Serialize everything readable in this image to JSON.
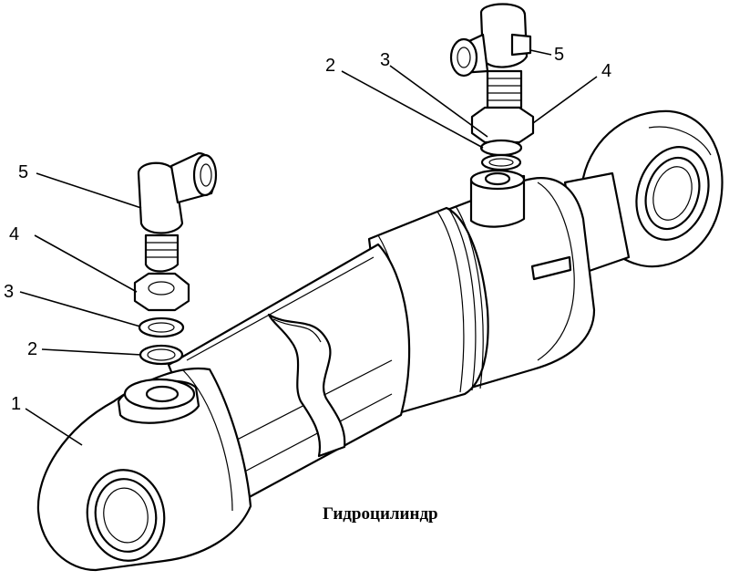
{
  "caption": "Гидроцилиндр",
  "callouts": {
    "left": [
      "5",
      "4",
      "3",
      "2",
      "1"
    ],
    "right": [
      "2",
      "3",
      "5",
      "4"
    ]
  }
}
